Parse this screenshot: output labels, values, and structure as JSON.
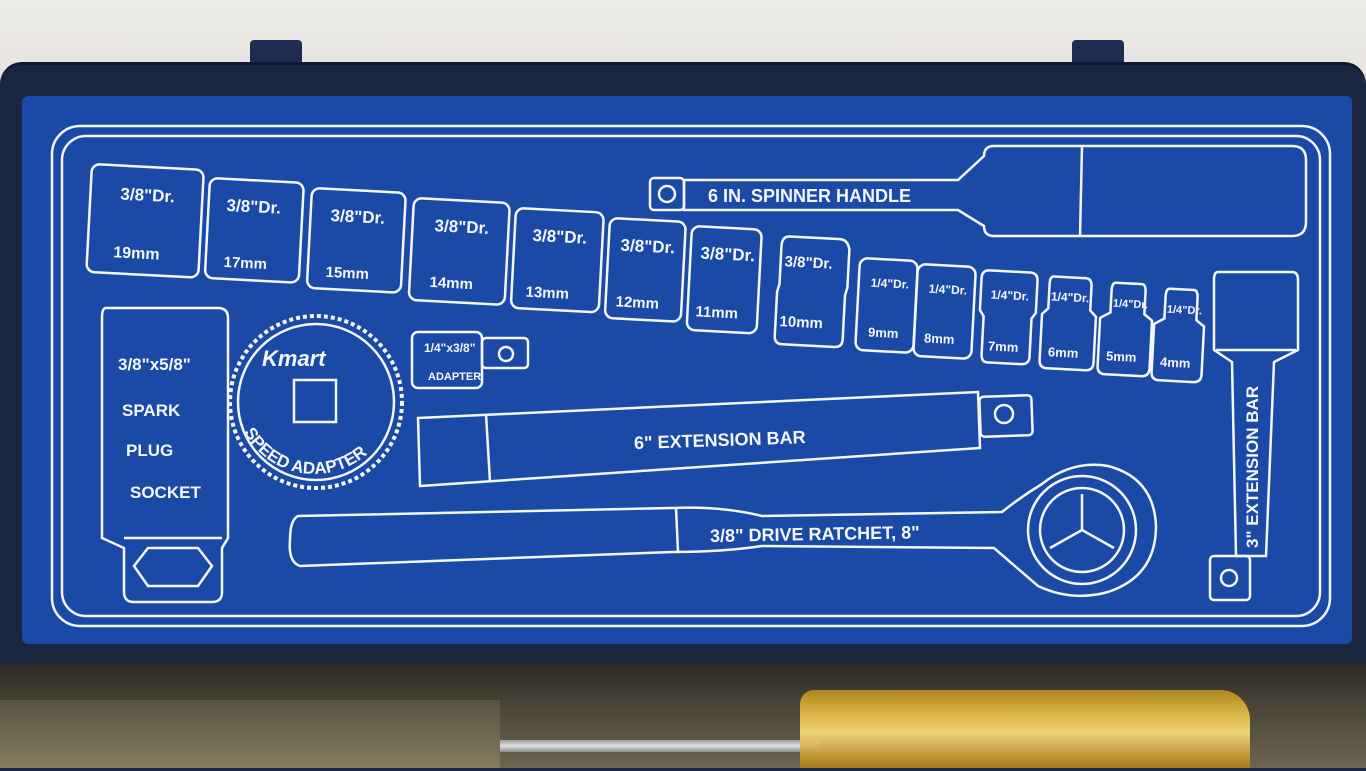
{
  "panel": {
    "sockets_38": [
      {
        "drive": "3/8\"Dr.",
        "size": "19mm"
      },
      {
        "drive": "3/8\"Dr.",
        "size": "17mm"
      },
      {
        "drive": "3/8\"Dr.",
        "size": "15mm"
      },
      {
        "drive": "3/8\"Dr.",
        "size": "14mm"
      },
      {
        "drive": "3/8\"Dr.",
        "size": "13mm"
      },
      {
        "drive": "3/8\"Dr.",
        "size": "12mm"
      },
      {
        "drive": "3/8\"Dr.",
        "size": "11mm"
      },
      {
        "drive": "3/8\"Dr.",
        "size": "10mm"
      }
    ],
    "sockets_14": [
      {
        "drive": "1/4\"Dr.",
        "size": "9mm"
      },
      {
        "drive": "1/4\"Dr.",
        "size": "8mm"
      },
      {
        "drive": "1/4\"Dr.",
        "size": "7mm"
      },
      {
        "drive": "1/4\"Dr.",
        "size": "6mm"
      },
      {
        "drive": "1/4\"Dr.",
        "size": "5mm"
      },
      {
        "drive": "1/4\"Dr.",
        "size": "4mm"
      }
    ],
    "spinner_handle": "6 IN. SPINNER HANDLE",
    "spark_plug": {
      "size": "3/8\"x5/8\"",
      "line1": "SPARK",
      "line2": "PLUG",
      "line3": "SOCKET"
    },
    "brand": "Kmart",
    "speed_adapter": "SPEED ADAPTER",
    "adapter": {
      "size": "1/4\"x3/8\"",
      "label": "ADAPTER"
    },
    "extension_6": "6\" EXTENSION BAR",
    "ratchet": "3/8\" DRIVE RATCHET, 8\"",
    "extension_3": "3\" EXTENSION BAR"
  },
  "colors": {
    "panel_blue": "#1b49a6",
    "line_white": "#f4f6fb",
    "case_navy": "#1a2540",
    "handle_yellow": "#e6c04a"
  }
}
